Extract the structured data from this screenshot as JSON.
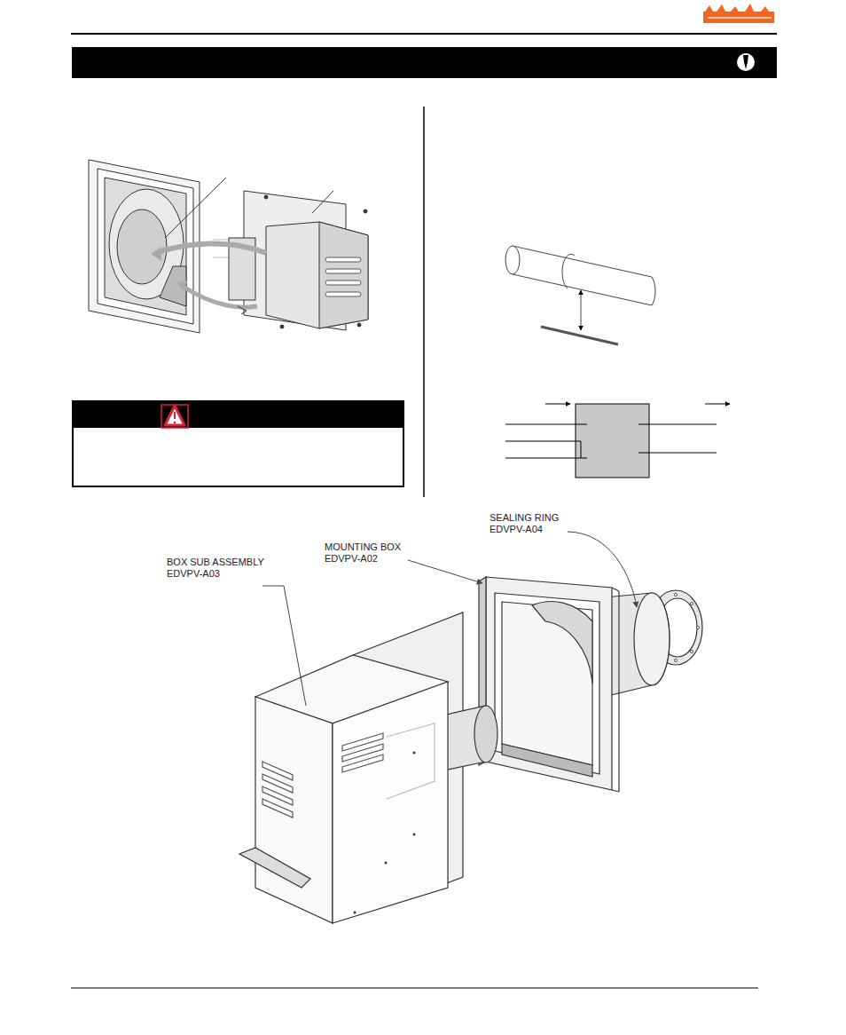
{
  "diagram": {
    "labels": [
      "SEALING RING",
      "EDVPV-A04",
      "MOUNTING BOX",
      "EDVPV-A02",
      "BOX SUB ASSEMBLY",
      "EDVPV-A03"
    ]
  }
}
